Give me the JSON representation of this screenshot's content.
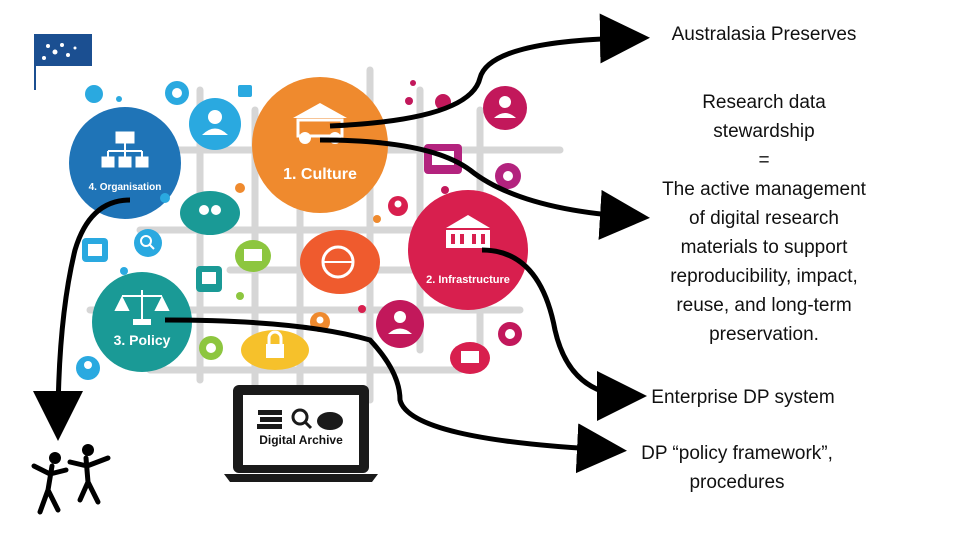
{
  "nodes": {
    "culture": "1. Culture",
    "infrastructure": "2. Infrastructure",
    "policy": "3. Policy",
    "organisation": "4. Organisation",
    "archive": "Digital Archive"
  },
  "annotations": {
    "australasia": "Australasia Preserves",
    "stewardship_lines": [
      "Research data",
      "stewardship",
      "=",
      "The active management",
      "of digital research",
      "materials to support",
      "reproducibility, impact,",
      "reuse, and long-term",
      "preservation."
    ],
    "enterprise": "Enterprise DP system",
    "policy_lines": [
      "DP “policy framework”,",
      "procedures"
    ]
  },
  "colors": {
    "culture": "#ef8a2e",
    "infrastructure": "#d81f4e",
    "policy": "#1a9a96",
    "organisation": "#1f74b7",
    "grid": "#d6d6d6",
    "arrow": "#000000",
    "logo": "#1b4f91"
  },
  "icons": [
    "logo-icon",
    "people-dancing-icon",
    "gear-icon",
    "chat-bubble-icon",
    "laptop-icon",
    "globe-cloud-icon",
    "lock-cloud-icon",
    "mail-icon",
    "search-icon",
    "user-icon",
    "bank-icon",
    "scales-icon",
    "org-chart-icon",
    "books-icon"
  ]
}
